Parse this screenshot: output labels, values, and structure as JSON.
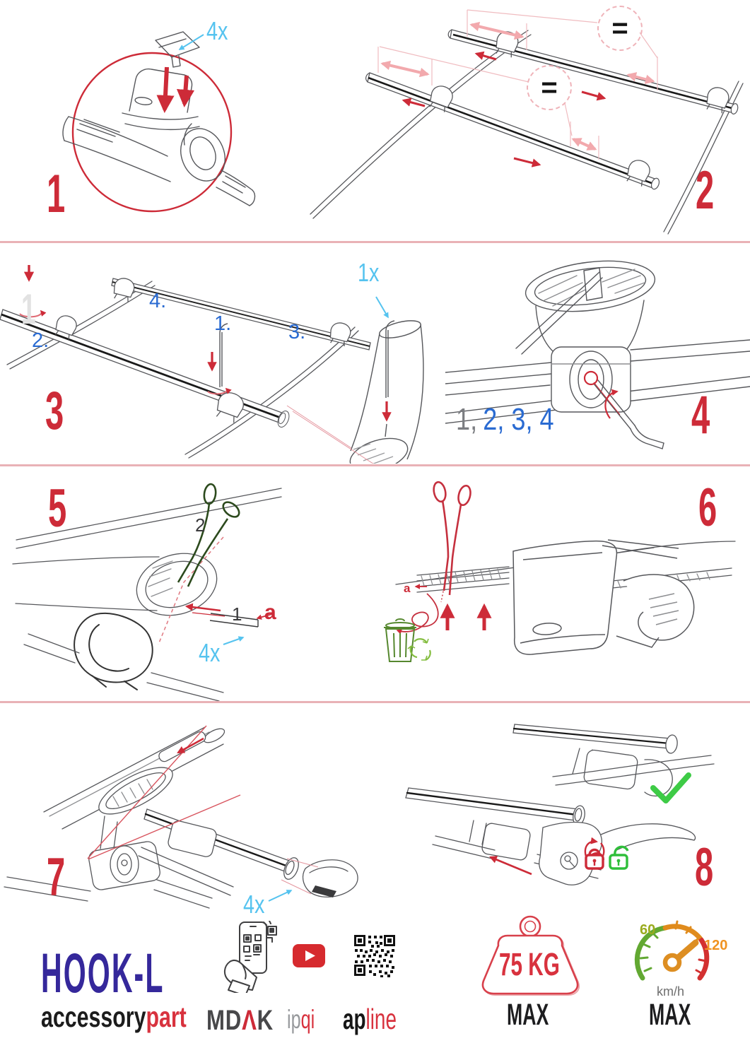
{
  "colors": {
    "red": "#cd2b38",
    "pink": "#f2a9ad",
    "blue": "#2a6bd2",
    "cyan": "#55c3ef",
    "green_check": "#3ecb46",
    "green_trash": "#56882f",
    "green_recycle": "#84bd3f",
    "dark_green": "#2c4a1d",
    "navy": "#35289b",
    "orange": "#e08f22"
  },
  "steps": {
    "s1": {
      "num": "1",
      "qty": "4x"
    },
    "s2": {
      "num": "2",
      "equal": "="
    },
    "s3": {
      "num": "3",
      "qty": "1x",
      "sub1": "1.",
      "sub2": "2.",
      "sub3": "3.",
      "sub4": "4.",
      "ghost": "1"
    },
    "s4": {
      "num": "4",
      "seq_done": "1,",
      "seq_rest": "2, 3, 4"
    },
    "s5": {
      "num": "5",
      "cut_label": "2",
      "pull_label": "1",
      "a_label": "a",
      "qty": "4x"
    },
    "s6": {
      "num": "6",
      "a_label": "a"
    },
    "s7": {
      "num": "7",
      "qty": "4x"
    },
    "s8": {
      "num": "8"
    }
  },
  "footer": {
    "product": "HOOK-L",
    "brand_black": "accessory",
    "brand_red": "part",
    "logo1_a": "MD",
    "logo1_b": "Λ",
    "logo1_c": "K",
    "logo2_a": "ip",
    "logo2_b": "qi",
    "logo3_a": "ap",
    "logo3_b": "line",
    "weight_value": "75 KG",
    "weight_max": "MAX",
    "speed_low": "60",
    "speed_high": "120",
    "speed_unit": "km/h",
    "speed_max": "MAX"
  }
}
